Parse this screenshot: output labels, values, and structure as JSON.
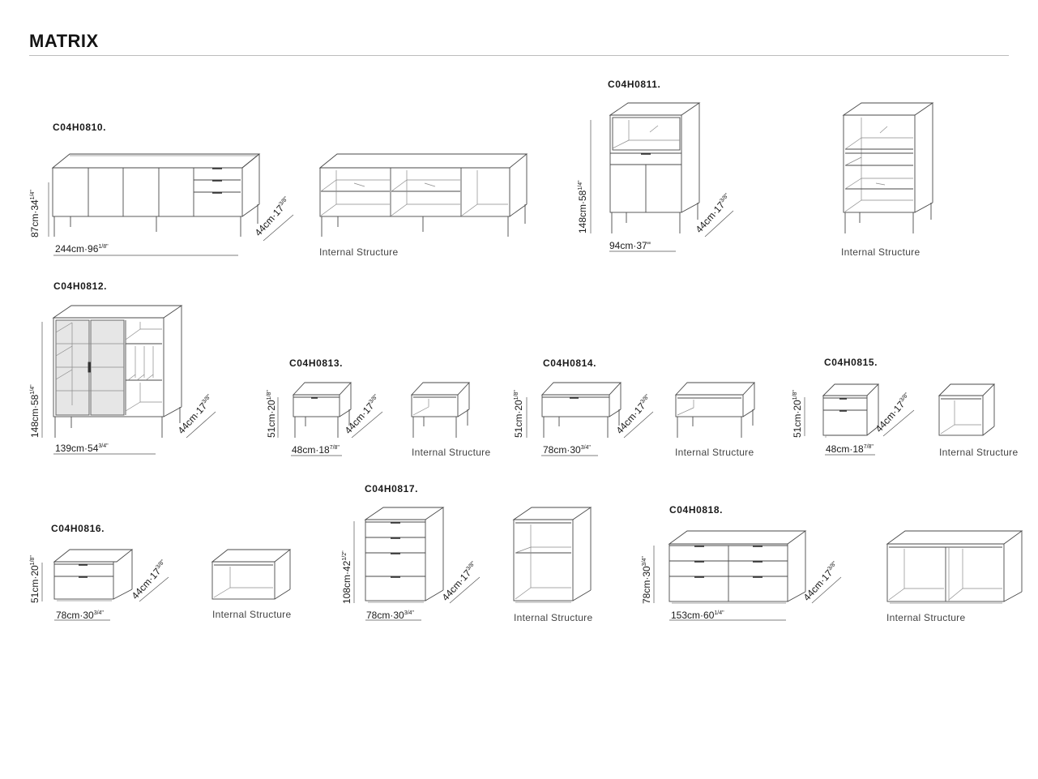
{
  "header": {
    "title": "MATRIX"
  },
  "caption_label": "Internal Structure",
  "products": [
    {
      "code": "C04H0810.",
      "type": "sideboard",
      "height": "87cm·34",
      "height_frac": "1/4\"",
      "width": "244cm·96",
      "width_frac": "1/8\"",
      "depth": "44cm·17",
      "depth_frac": "3/8\"",
      "has_internal": true,
      "internal_caption": "Internal Structure"
    },
    {
      "code": "C04H0811.",
      "type": "tall cabinet",
      "height": "148cm·58",
      "height_frac": "1/4\"",
      "width": "94cm·37\"",
      "width_frac": "",
      "depth": "44cm·17",
      "depth_frac": "3/8\"",
      "has_internal": true,
      "internal_caption": "Internal Structure"
    },
    {
      "code": "C04H0812.",
      "type": "highboard with glass doors",
      "height": "148cm·58",
      "height_frac": "1/4\"",
      "width": "139cm·54",
      "width_frac": "3/4\"",
      "depth": "44cm·17",
      "depth_frac": "3/8\"",
      "has_internal": false
    },
    {
      "code": "C04H0813.",
      "type": "nightstand",
      "height": "51cm·20",
      "height_frac": "1/8\"",
      "width": "48cm·18",
      "width_frac": "7/8\"",
      "depth": "44cm·17",
      "depth_frac": "3/8\"",
      "has_internal": true,
      "internal_caption": "Internal Structure"
    },
    {
      "code": "C04H0814.",
      "type": "wide nightstand",
      "height": "51cm·20",
      "height_frac": "1/8\"",
      "width": "78cm·30",
      "width_frac": "3/4\"",
      "depth": "44cm·17",
      "depth_frac": "3/8\"",
      "has_internal": true,
      "internal_caption": "Internal Structure"
    },
    {
      "code": "C04H0815.",
      "type": "2-drawer nightstand",
      "height": "51cm·20",
      "height_frac": "1/8\"",
      "width": "48cm·18",
      "width_frac": "7/8\"",
      "depth": "44cm·17",
      "depth_frac": "3/8\"",
      "has_internal": true,
      "internal_caption": "Internal Structure"
    },
    {
      "code": "C04H0816.",
      "type": "2-drawer wide nightstand",
      "height": "51cm·20",
      "height_frac": "1/8\"",
      "width": "78cm·30",
      "width_frac": "3/4\"",
      "depth": "44cm·17",
      "depth_frac": "3/8\"",
      "has_internal": true,
      "internal_caption": "Internal Structure"
    },
    {
      "code": "C04H0817.",
      "type": "4-drawer chest",
      "height": "108cm·42",
      "height_frac": "1/2\"",
      "width": "78cm·30",
      "width_frac": "3/4\"",
      "depth": "44cm·17",
      "depth_frac": "3/8\"",
      "has_internal": true,
      "internal_caption": "Internal Structure"
    },
    {
      "code": "C04H0818.",
      "type": "6-drawer dresser",
      "height": "78cm·30",
      "height_frac": "3/4\"",
      "width": "153cm·60",
      "width_frac": "1/4\"",
      "depth": "44cm·17",
      "depth_frac": "3/8\"",
      "has_internal": true,
      "internal_caption": "Internal Structure"
    }
  ]
}
